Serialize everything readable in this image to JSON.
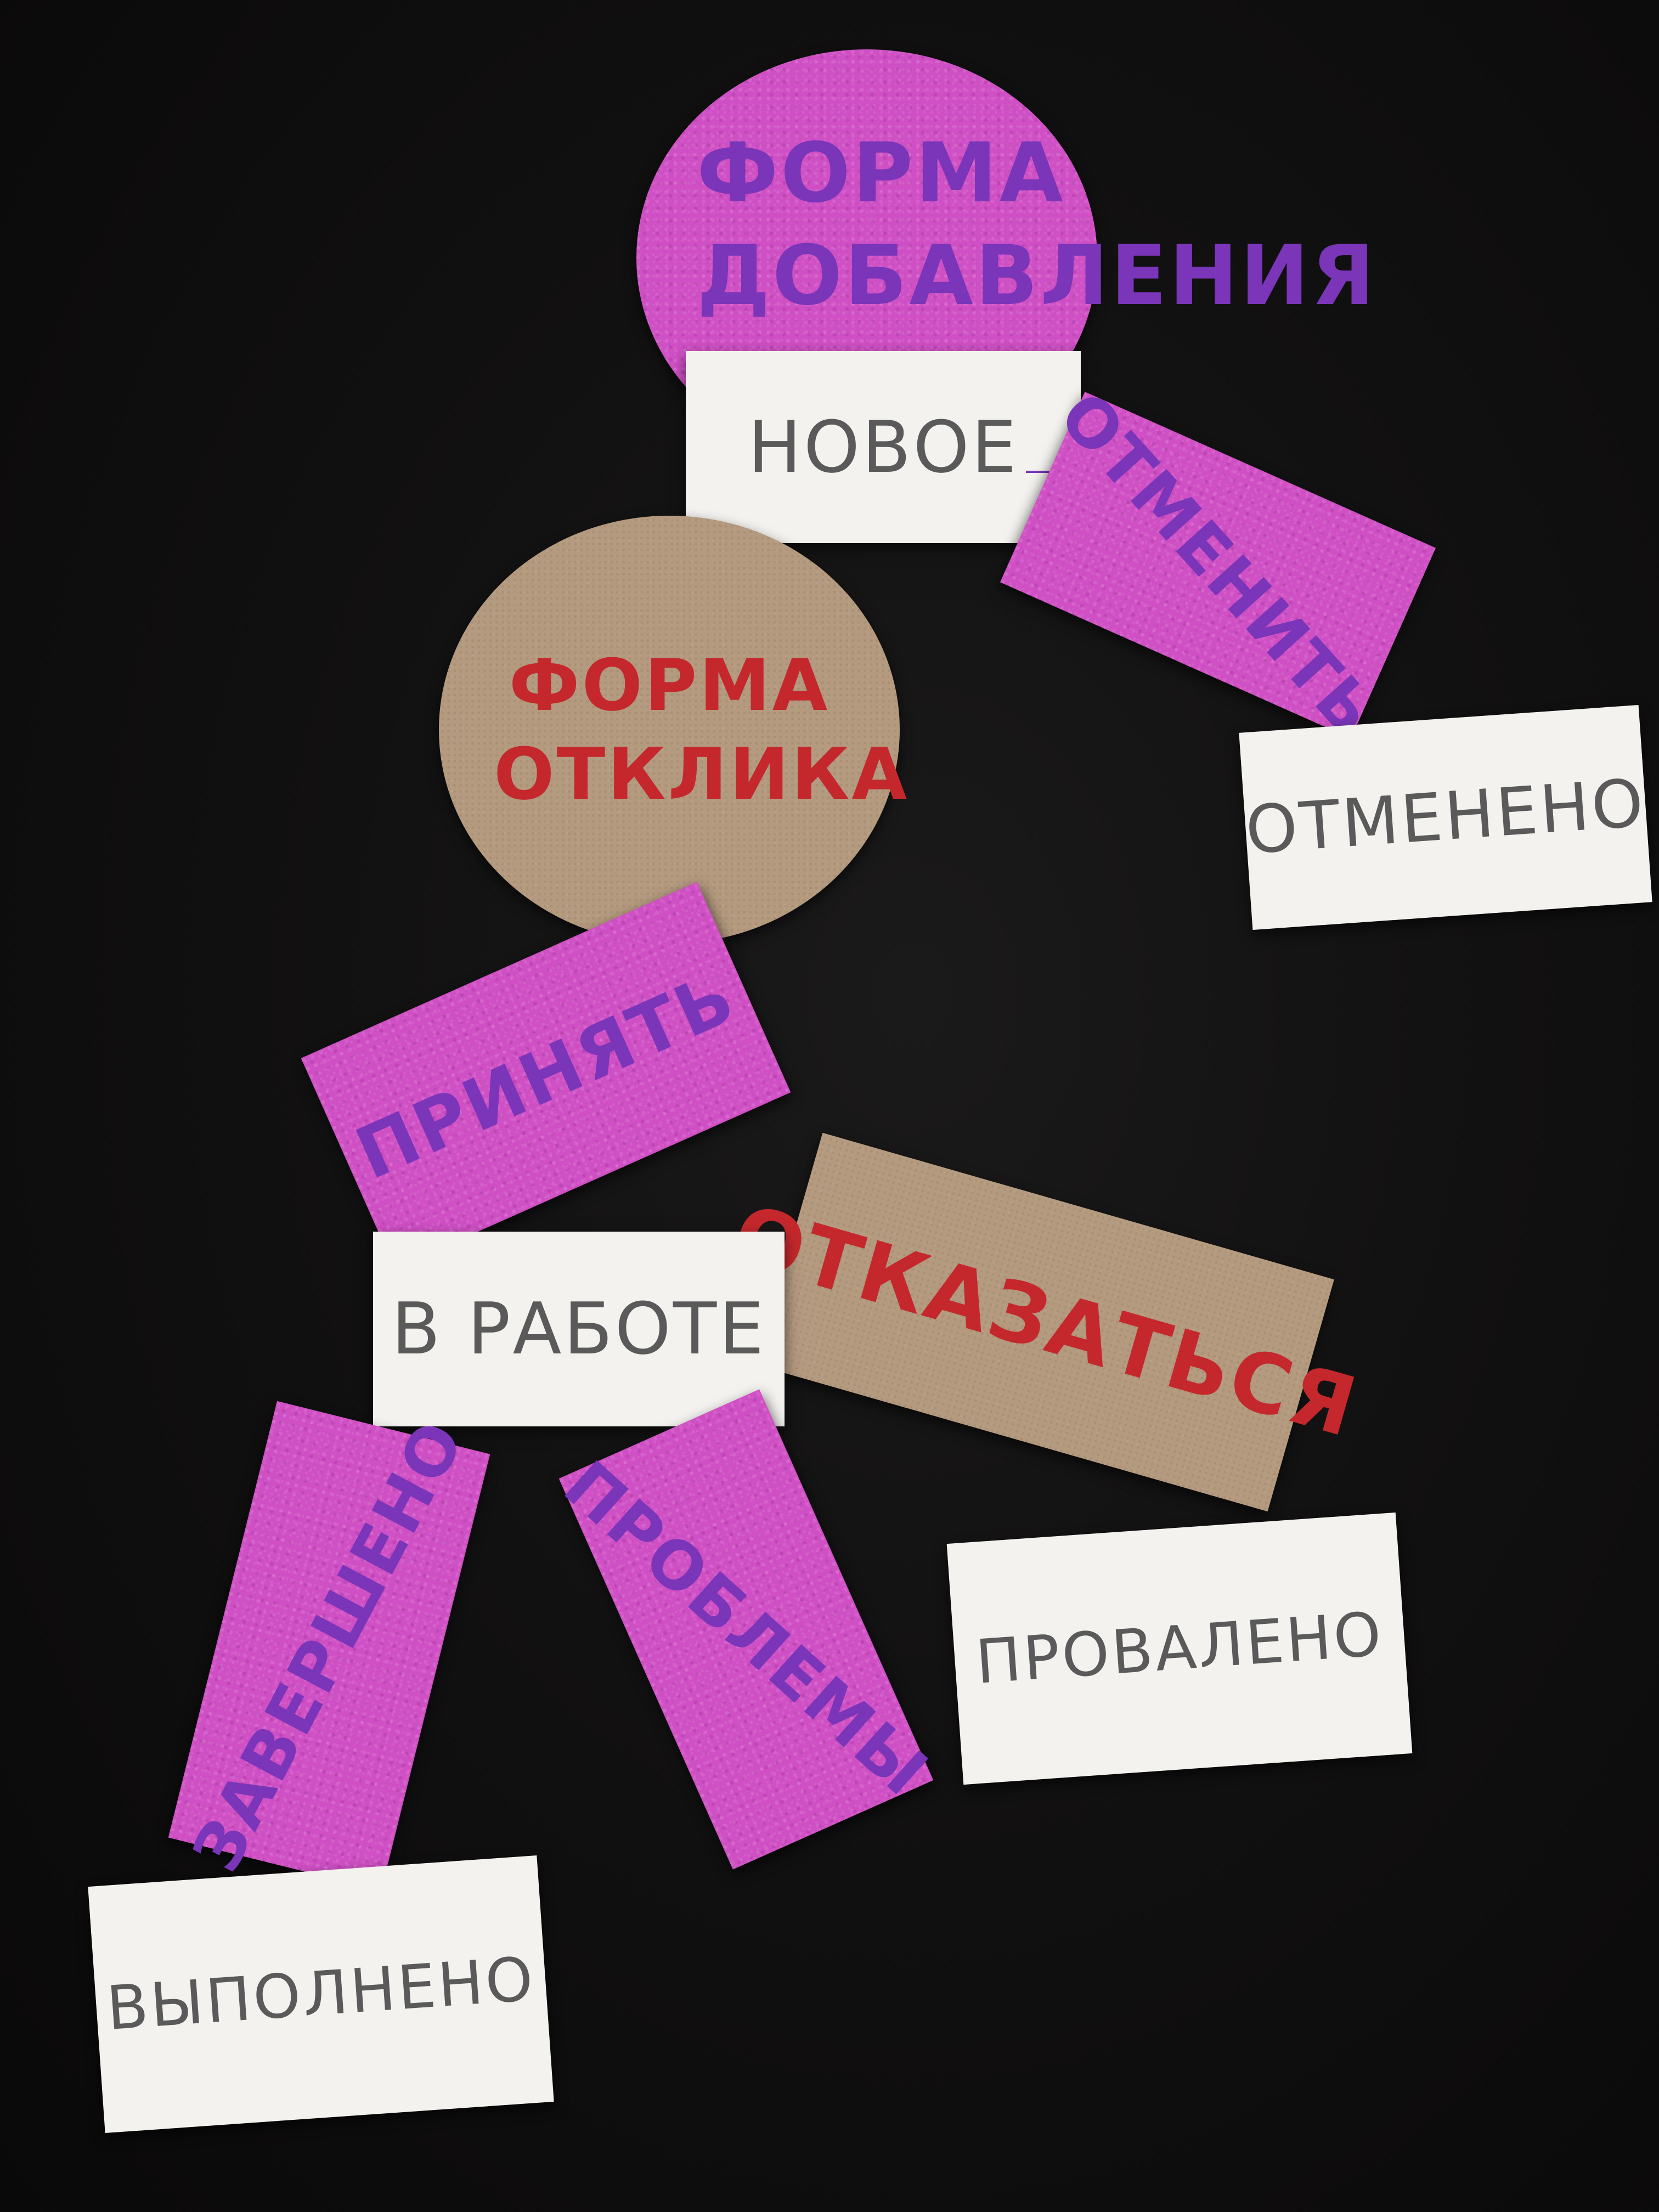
{
  "forms": {
    "add_form": "ФОРМА ДОБАВЛЕНИЯ",
    "response_form": "ФОРМА ОТКЛИКА"
  },
  "actions": {
    "cancel": "ОТМЕНИТЬ",
    "accept": "ПРИНЯТЬ",
    "refuse": "ОТКАЗАТЬСЯ",
    "complete": "ЗАВЕРШЕНО",
    "problems": "ПРОБЛЕМЫ"
  },
  "statuses": {
    "new": "НОВОЕ",
    "cancelled": "ОТМЕНЕНО",
    "in_progress": "В РАБОТЕ",
    "failed": "ПРОВАЛЕНО",
    "done": "ВЫПОЛНЕНО"
  },
  "colors": {
    "background": "#0d0c0c",
    "foam_magenta": "#cf4fc4",
    "foam_ink_purple": "#7a35b8",
    "cardboard": "#b49a7f",
    "cardboard_ink_red": "#c4282c",
    "paper": "#f3f2ef",
    "paper_ink_grey": "#5a5a5a"
  }
}
